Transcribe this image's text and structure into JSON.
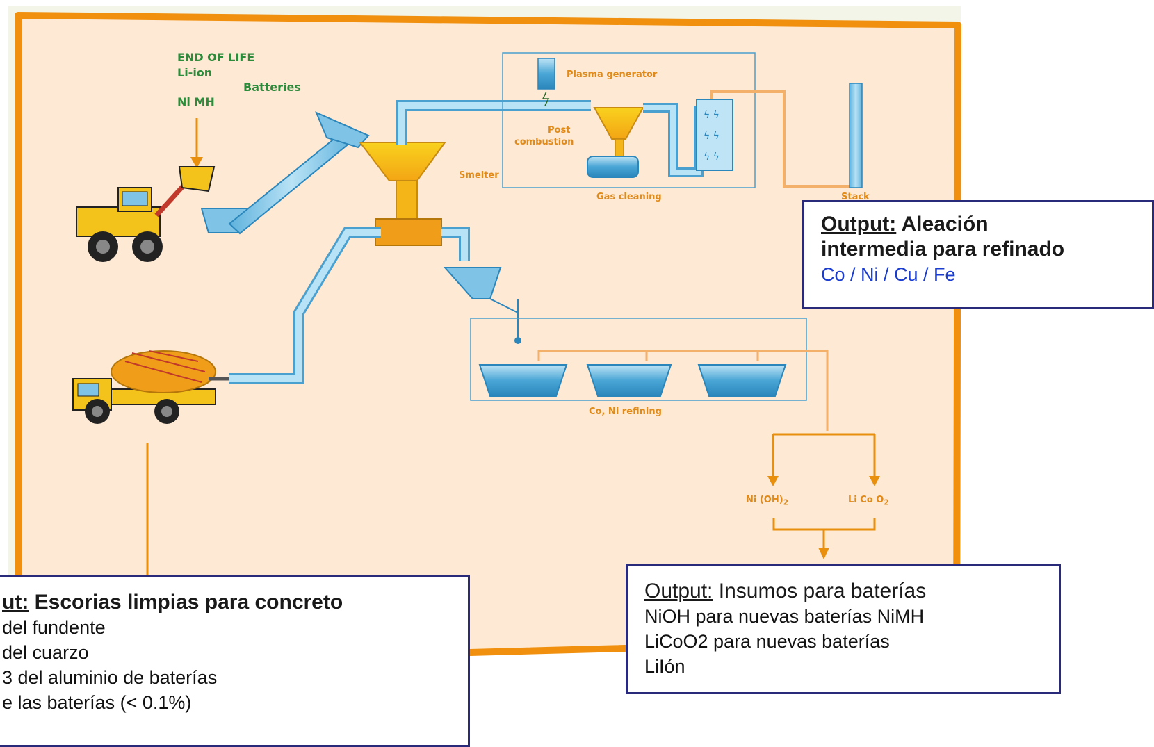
{
  "diagram": {
    "end_of_life": {
      "line1": "END OF LIFE",
      "line2a": "Li-ion",
      "line2b": "Batteries",
      "line3": "Ni MH"
    },
    "labels": {
      "plasma": "Plasma generator",
      "post": "Post",
      "combustion": "combustion",
      "smelter": "Smelter",
      "gas_cleaning": "Gas cleaning",
      "stack": "Stack",
      "refining": "Co, Ni refining",
      "nioh": "Ni (OH)",
      "nioh_sub": "2",
      "licoo": "Li Co O",
      "licoo_sub": "2"
    }
  },
  "output_alloy": {
    "prefix": "Output:",
    "title_rest": " Aleación",
    "title_line2": "intermedia para refinado",
    "detail": "Co / Ni / Cu / Fe"
  },
  "output_battery": {
    "prefix": "Output:",
    "title_rest": " Insumos para baterías",
    "lines": [
      "NiOH para nuevas baterías NiMH",
      "LiCoO2 para nuevas baterías",
      "LiIón"
    ]
  },
  "output_slag": {
    "prefix": "ut:",
    "title_rest": " Escorias limpias para concreto",
    "lines": [
      "del fundente",
      "del cuarzo",
      "3 del aluminio de baterías",
      "e las baterías (< 0.1%)"
    ]
  },
  "colors": {
    "frame": "#f0900e",
    "panel": "#fde9d4",
    "pipe": "#7fc4e6",
    "pipe_dark": "#4aa0cf",
    "funnel": "#f7c81a",
    "orange_line": "#f2b06b",
    "arrow": "#e8900e",
    "box_border": "#2a2a7a"
  }
}
